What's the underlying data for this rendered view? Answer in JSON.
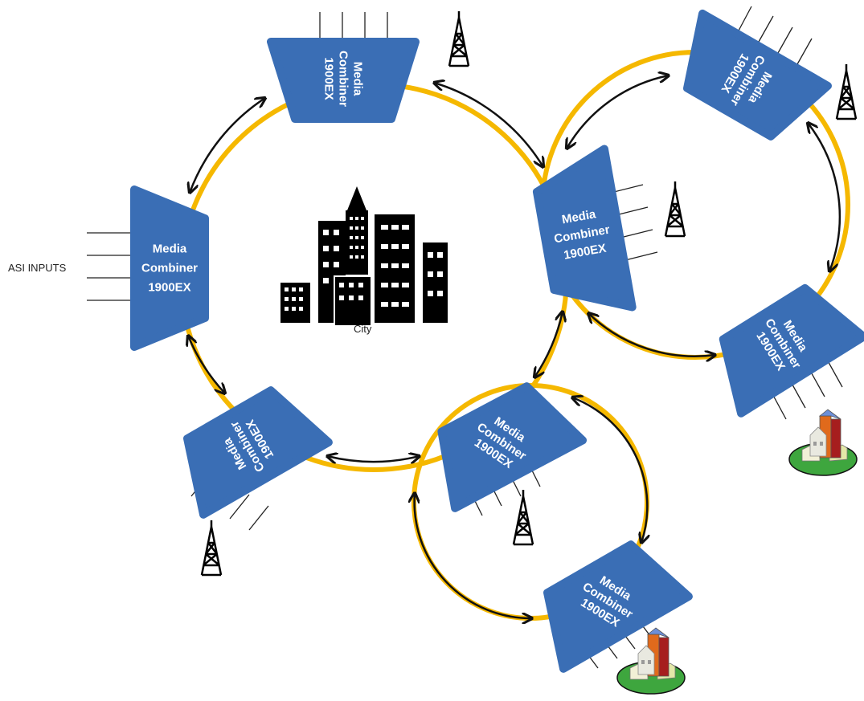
{
  "diagram": {
    "labels": {
      "asi_inputs": "ASI INPUTS",
      "city": "City"
    },
    "node_lines": [
      "Media",
      "Combiner",
      "1900EX"
    ],
    "colors": {
      "node_fill": "#3A6EB5",
      "ring": "#F5B800",
      "arrow": "#111111",
      "building": "#000000"
    },
    "rings": [
      "main-ring",
      "east-ring",
      "south-ring"
    ],
    "icons": [
      "antenna-tower-icon",
      "city-skyline-icon",
      "village-icon"
    ]
  }
}
